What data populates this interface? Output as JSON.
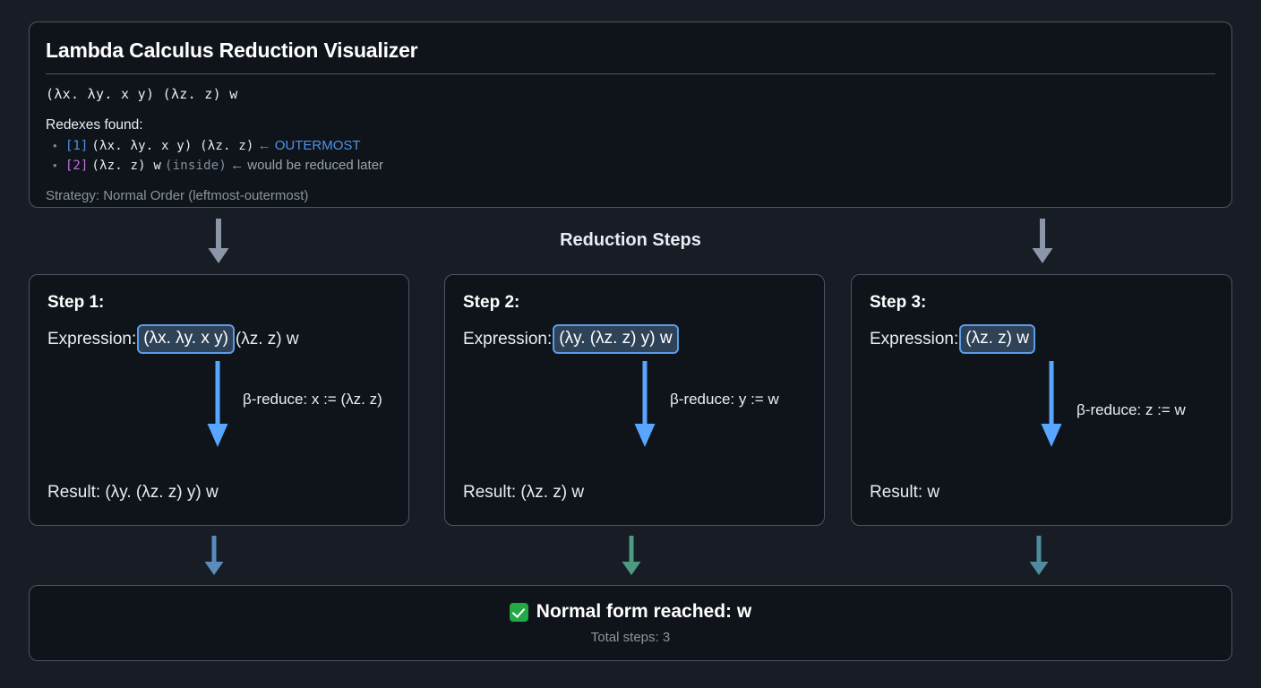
{
  "header": {
    "title": "Lambda Calculus Reduction Visualizer",
    "source_expression": "(λx. λy. x y) (λz. z) w",
    "redexes_label": "Redexes found:",
    "redexes": [
      {
        "index": "[1]",
        "index_color": "#4d93e6",
        "term": "(λx. λy. x y) (λz. z)",
        "inside": "",
        "note": "← OUTERMOST",
        "note_style": "blue"
      },
      {
        "index": "[2]",
        "index_color": "#bf6fe0",
        "term": "(λz. z) w",
        "inside": "(inside)",
        "note": "← would be reduced later",
        "note_style": "gray"
      }
    ],
    "strategy": "Strategy: Normal Order (leftmost-outermost)"
  },
  "section": {
    "title": "Reduction Steps"
  },
  "steps": [
    {
      "heading": "Step 1:",
      "expression_label": "Expression:",
      "redex": "(λx. λy. x y)",
      "expression_tail": "(λz. z) w",
      "reduce_label": "β-reduce: x := (λz. z)",
      "result": "Result: (λy. (λz. z) y) w",
      "arrow_color": "#58a6ff"
    },
    {
      "heading": "Step 2:",
      "expression_label": "Expression:",
      "redex": "(λy. (λz. z) y) w",
      "expression_tail": "",
      "reduce_label": "β-reduce: y := w",
      "result": "Result: (λz. z) w",
      "arrow_color": "#58a6ff"
    },
    {
      "heading": "Step 3:",
      "expression_label": "Expression:",
      "redex": "(λz. z) w",
      "expression_tail": "",
      "reduce_label": "β-reduce: z := w",
      "result": "Result: w",
      "arrow_color": "#58a6ff"
    }
  ],
  "connectors": {
    "top_left_color": "#8b97a8",
    "top_right_color": "#8b97a8",
    "bottom_colors": [
      "#5a8cbe",
      "#4e9a80",
      "#4d8d9e"
    ]
  },
  "footer": {
    "check_icon": "check-mark-icon",
    "normal_form_text": "Normal form reached: w",
    "total_steps": "Total steps: 3"
  },
  "colors": {
    "page_background": "#171c25",
    "panel_background": "#0f141b",
    "panel_border": "#4c5565",
    "accent_blue": "#58a6ff",
    "accent_purple": "#bf6fe0",
    "accent_green": "#22a845",
    "muted_text": "#8b949e",
    "highlight_fill": "#2e4258",
    "highlight_border": "#5b9ce8"
  }
}
